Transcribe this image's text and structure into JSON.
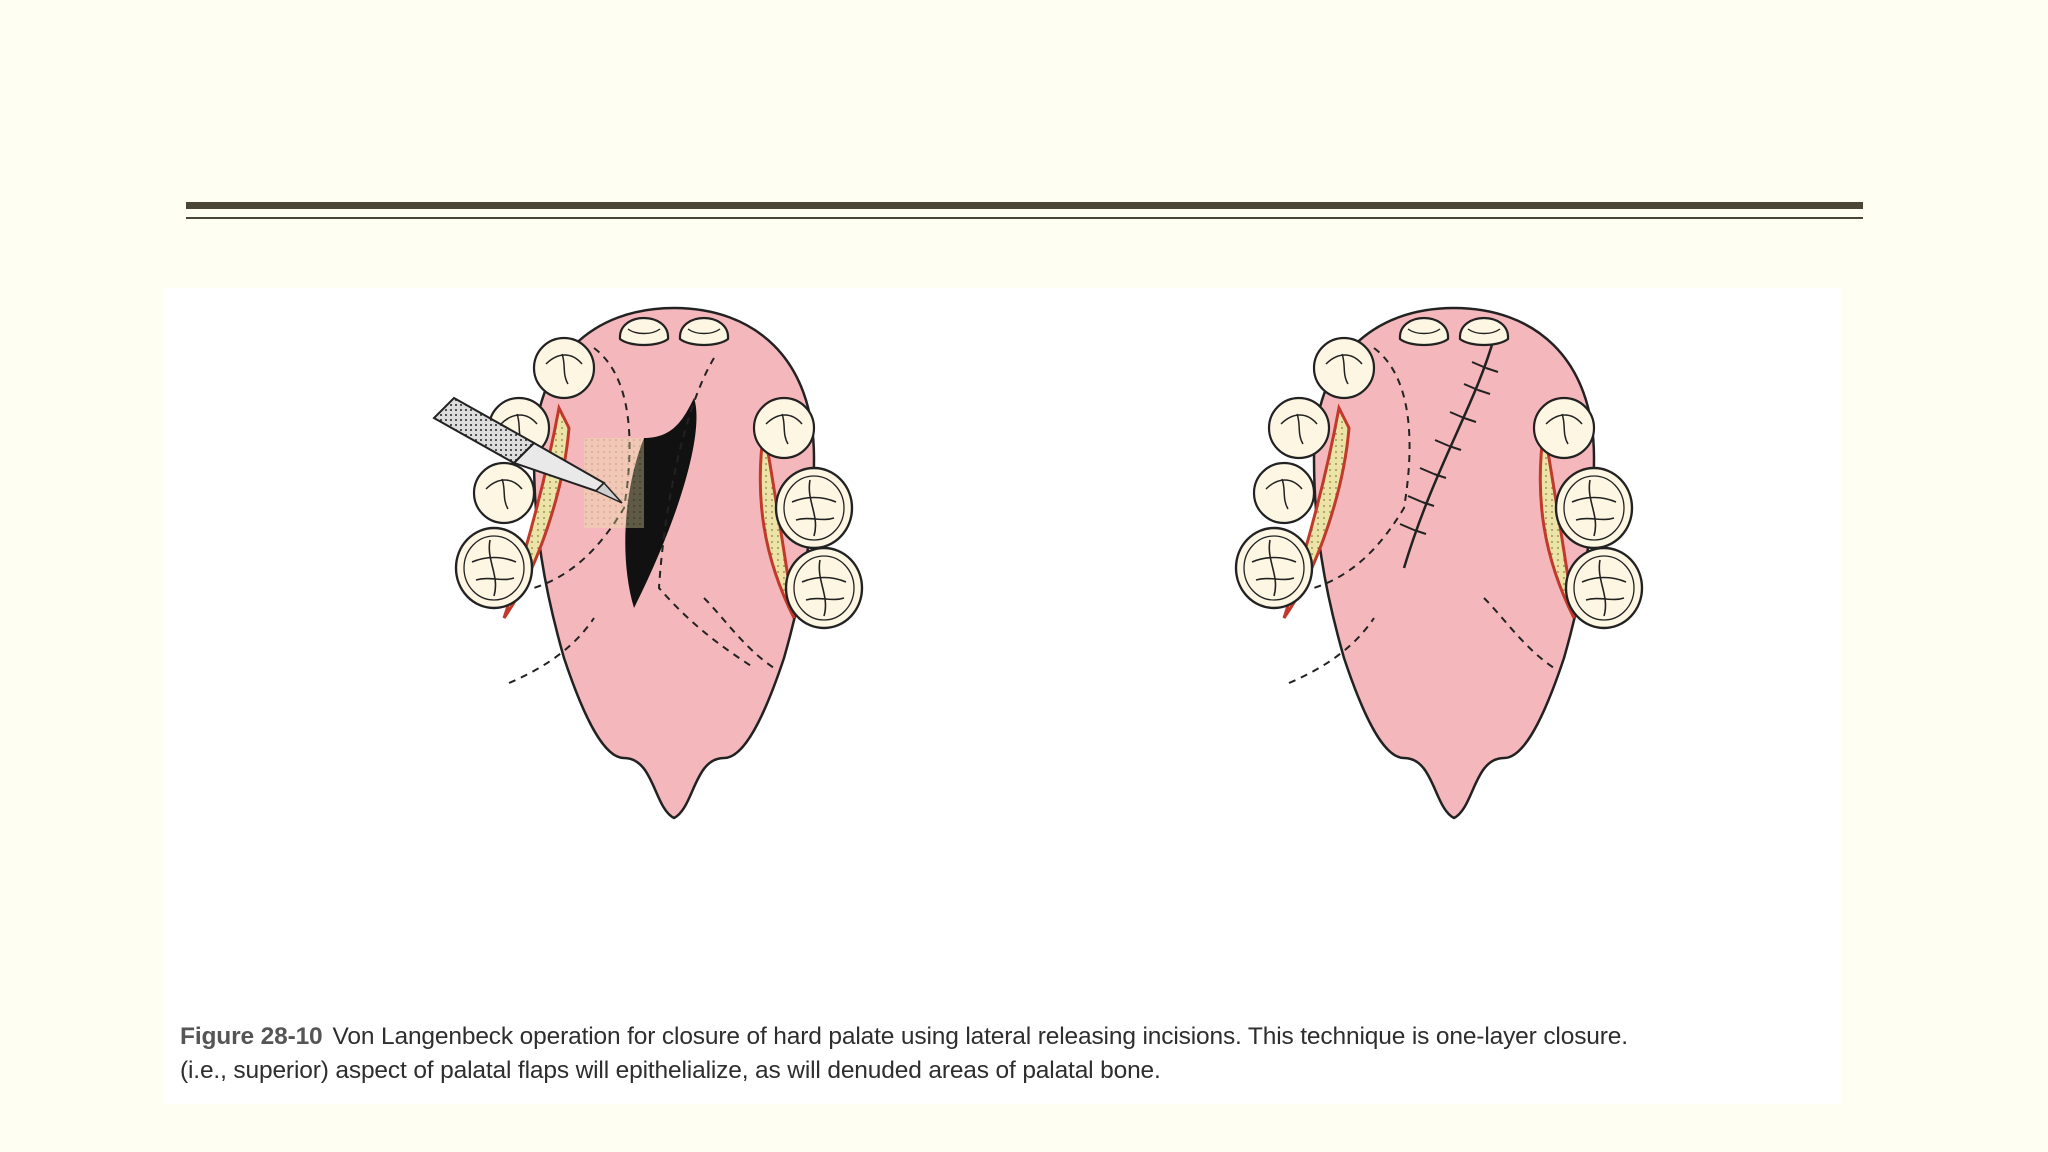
{
  "figure": {
    "label": "Figure 28-10",
    "caption_line1": "Von Langenbeck operation for closure of hard palate using lateral releasing incisions. This technique is one-layer closure.",
    "caption_line2": "(i.e., superior) aspect of palatal flaps will epithelialize, as will denuded areas of palatal bone."
  },
  "colors": {
    "page_background": "#fefef3",
    "rule": "#4a4535",
    "palate": "#f4b8bc",
    "tooth": "#fdf6e3",
    "bone": "#ece3a8",
    "incision_edge": "#c0392b",
    "cleft": "#111111"
  }
}
